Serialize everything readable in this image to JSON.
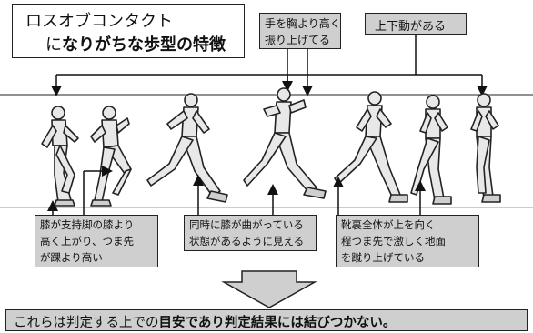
{
  "title": {
    "line1": "ロスオブコンタクト",
    "line2_plain": "に",
    "line2_bold": "なりがちな歩型の特徴"
  },
  "top_labels": {
    "hands": {
      "line1": "手を胸より高く",
      "line2": "振り上げてる"
    },
    "updown": "上下動がある"
  },
  "bottom_labels": {
    "knee": {
      "line1": "膝が支持脚の膝より",
      "line2": "高く上がり、つま先",
      "line3": "が踝より高い"
    },
    "bent": {
      "line1": "同時に膝が曲がっている",
      "line2": "状態があるように見える"
    },
    "sole": {
      "line1": "靴裏全体が上を向く",
      "line2": "程つま先で激しく地面",
      "line3": "を蹴り上げている"
    }
  },
  "conclusion": {
    "plain": "これらは判定する上での",
    "bold": "目安であり判定結果には結びつかない。"
  }
}
